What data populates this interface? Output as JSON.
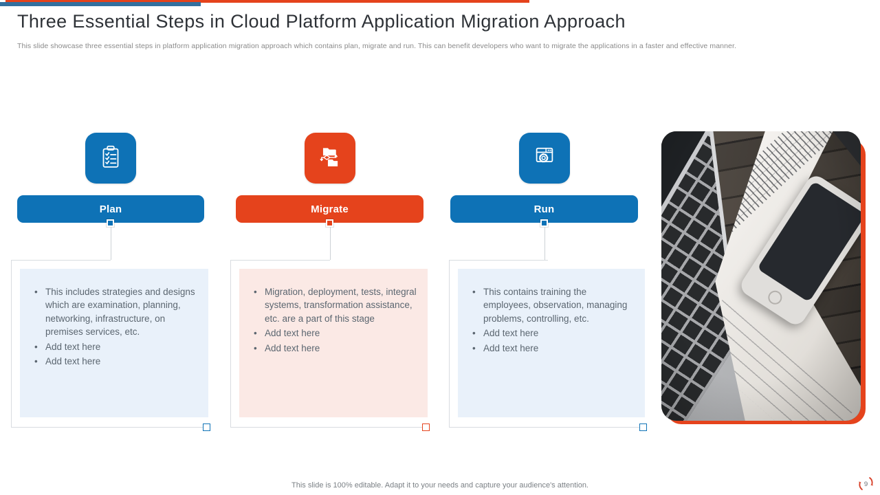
{
  "slide": {
    "title": "Three Essential Steps in Cloud Platform Application Migration Approach",
    "subtitle": "This slide showcase three essential steps in platform application migration approach which contains plan, migrate and run. This can benefit developers who want to migrate the applications in a faster and effective manner.",
    "footer": "This slide is 100% editable. Adapt it to your needs and capture your audience's attention.",
    "page_number": "9"
  },
  "colors": {
    "accent_blue": "#0e72b6",
    "accent_red": "#e5431c",
    "panel_blue": "#e9f1fa",
    "panel_red": "#fbe9e5",
    "topbar_blue": "#33709f",
    "body_text": "#5b6670",
    "border_light": "#d8dce0"
  },
  "steps": [
    {
      "label": "Plan",
      "icon": "clipboard-checklist-icon",
      "accent": "#0e72b6",
      "panel": "#e9f1fa",
      "bullets": [
        "This includes strategies and designs which are examination, planning, networking, infrastructure, on premises services, etc.",
        "Add text here",
        "Add text here"
      ]
    },
    {
      "label": "Migrate",
      "icon": "folder-flow-icon",
      "accent": "#e5431c",
      "panel": "#fbe9e5",
      "bullets": [
        "Migration, deployment, tests, integral systems, transformation assistance, etc. are a part of this stage",
        "Add text here",
        "Add text here"
      ]
    },
    {
      "label": "Run",
      "icon": "window-gear-icon",
      "accent": "#0e72b6",
      "panel": "#e9f1fa",
      "bullets": [
        "This contains training the employees, observation, managing problems, controlling, etc.",
        "Add text here",
        "Add text here"
      ]
    }
  ],
  "photo": {
    "alt": "Laptop keyboard, handwritten tally notes and smartphone on dark wooden desk"
  }
}
